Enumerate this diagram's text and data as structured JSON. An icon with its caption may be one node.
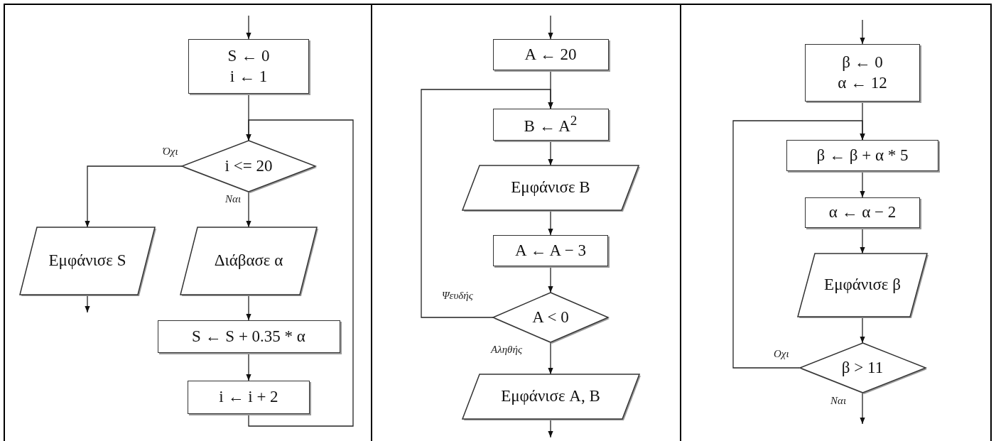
{
  "diagram": {
    "nodes": [
      {
        "text": [
          "S ← 0",
          "i ← 1"
        ]
      },
      {
        "text": [
          "i <= 20"
        ]
      },
      {
        "text": [
          "Εμφάνισε S"
        ]
      },
      {
        "text": [
          "Διάβασε α"
        ]
      },
      {
        "text": [
          "S ← S + 0.35 * α"
        ]
      },
      {
        "text": [
          "i ← i + 2"
        ]
      },
      {
        "text": [
          "A ← 20"
        ]
      },
      {
        "text": [
          "B ← A$^{2}$"
        ]
      },
      {
        "text": [
          "Εμφάνισε B"
        ]
      },
      {
        "text": [
          "A ← A − 3"
        ]
      },
      {
        "text": [
          "A < 0"
        ]
      },
      {
        "text": [
          "Εμφάνισε A, B"
        ]
      },
      {
        "text": [
          "β ← 0",
          "α ← 12"
        ]
      },
      {
        "text": [
          "β ← β + α * 5"
        ]
      },
      {
        "text": [
          "α ← α − 2"
        ]
      },
      {
        "text": [
          "Εμφάνισε β"
        ]
      },
      {
        "text": [
          "β > 11"
        ]
      }
    ],
    "edges": [
      {
        "from": null,
        "to": 0,
        "arrow": "to"
      },
      {
        "from": 0,
        "to": 1,
        "arrow": "to"
      },
      {
        "from": 5,
        "to": 1,
        "arrow": "to"
      },
      {
        "from": 1,
        "to": 2,
        "arrow": "to",
        "label": "Όχι"
      },
      {
        "from": 1,
        "to": 3,
        "arrow": "to",
        "label": "Ναι"
      },
      {
        "from": 2,
        "to": null,
        "arrow": "to"
      },
      {
        "from": 3,
        "to": 4,
        "arrow": "to"
      },
      {
        "from": 4,
        "to": 5,
        "arrow": "to"
      },
      {
        "from": null,
        "to": 6,
        "arrow": "to"
      },
      {
        "from": 6,
        "to": 7,
        "arrow": "to"
      },
      {
        "from": 7,
        "to": 8,
        "arrow": "to"
      },
      {
        "from": 8,
        "to": 9,
        "arrow": "to"
      },
      {
        "from": 9,
        "to": 10,
        "arrow": "to"
      },
      {
        "from": 10,
        "to": 7,
        "arrow": "to",
        "label": "Ψευδής"
      },
      {
        "from": 10,
        "to": 11,
        "arrow": "to",
        "label": "Αληθής"
      },
      {
        "from": 11,
        "to": null,
        "arrow": "to"
      },
      {
        "from": null,
        "to": 12,
        "arrow": "to"
      },
      {
        "from": 12,
        "to": 13,
        "arrow": "to"
      },
      {
        "from": 13,
        "to": 14,
        "arrow": "to"
      },
      {
        "from": 14,
        "to": 15,
        "arrow": "to"
      },
      {
        "from": 15,
        "to": 16,
        "arrow": "to"
      },
      {
        "from": 16,
        "to": 13,
        "arrow": "to",
        "label": "Οχι"
      },
      {
        "from": 16,
        "to": null,
        "arrow": "to",
        "label": "Ναι"
      }
    ]
  }
}
